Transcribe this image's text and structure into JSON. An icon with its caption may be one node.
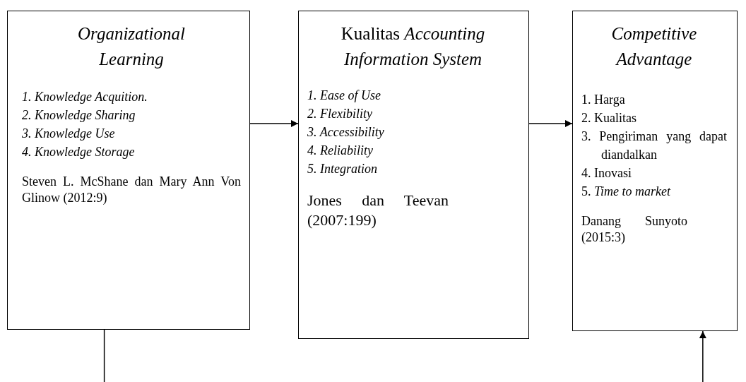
{
  "diagram": {
    "nodes": [
      {
        "text": [
          "Organizational Learning",
          "1. Knowledge Acquition.",
          "2. Knowledge Sharing",
          "3. Knowledge Use",
          "4. Knowledge Storage",
          "Steven L. McShane dan Mary Ann Von Glinow (2012:9)"
        ]
      },
      {
        "text": [
          "Kualitas *Accounting Information System*",
          "1. Ease of Use",
          "2. Flexibility",
          "3. Accessibility",
          "4. Reliability",
          "5. Integration",
          "Jones dan Teevan (2007:199)"
        ]
      },
      {
        "text": [
          "Competitive Advantage",
          "1. Harga",
          "2. Kualitas",
          "3. Pengiriman yang dapat diandalkan",
          "4. Inovasi",
          "5. *Time to market*",
          "Danang Sunyoto (2015:3)"
        ]
      }
    ],
    "edges": [
      {
        "from": 0,
        "to": 1,
        "arrow": "to"
      },
      {
        "from": 1,
        "to": 2,
        "arrow": "to"
      },
      {
        "from": 0,
        "to": null,
        "arrow": "none"
      },
      {
        "from": null,
        "to": 2,
        "arrow": "to"
      }
    ]
  }
}
